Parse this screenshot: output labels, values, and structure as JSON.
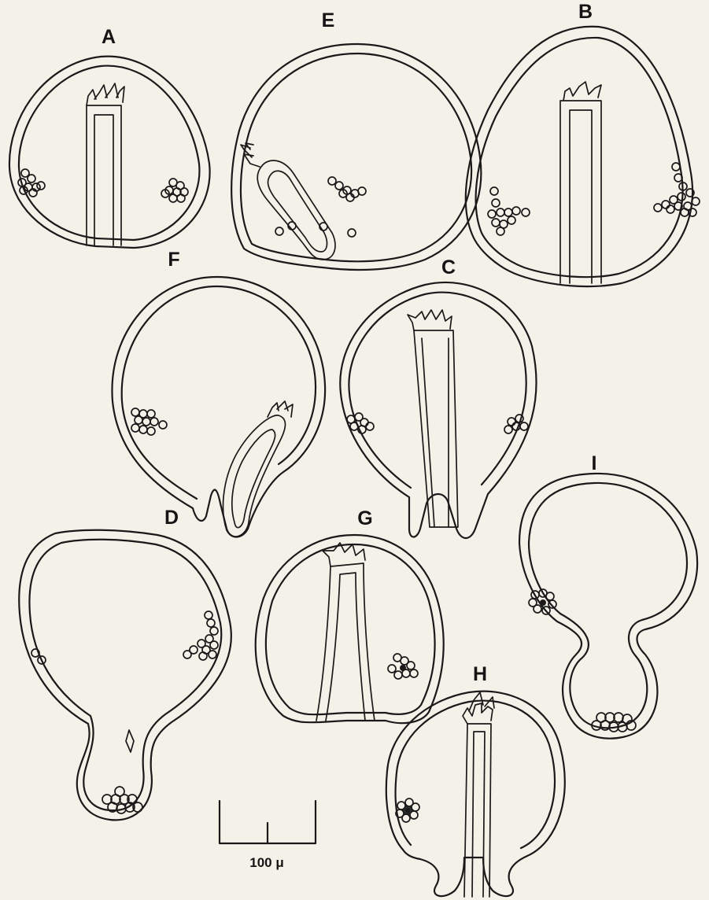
{
  "figure": {
    "panels": [
      {
        "id": "a",
        "label": "A"
      },
      {
        "id": "b",
        "label": "B"
      },
      {
        "id": "c",
        "label": "C"
      },
      {
        "id": "d",
        "label": "D"
      },
      {
        "id": "e",
        "label": "E"
      },
      {
        "id": "f",
        "label": "F"
      },
      {
        "id": "g",
        "label": "G"
      },
      {
        "id": "h",
        "label": "H"
      },
      {
        "id": "i",
        "label": "I"
      }
    ],
    "scale_bar": {
      "text": "100 μ"
    }
  }
}
